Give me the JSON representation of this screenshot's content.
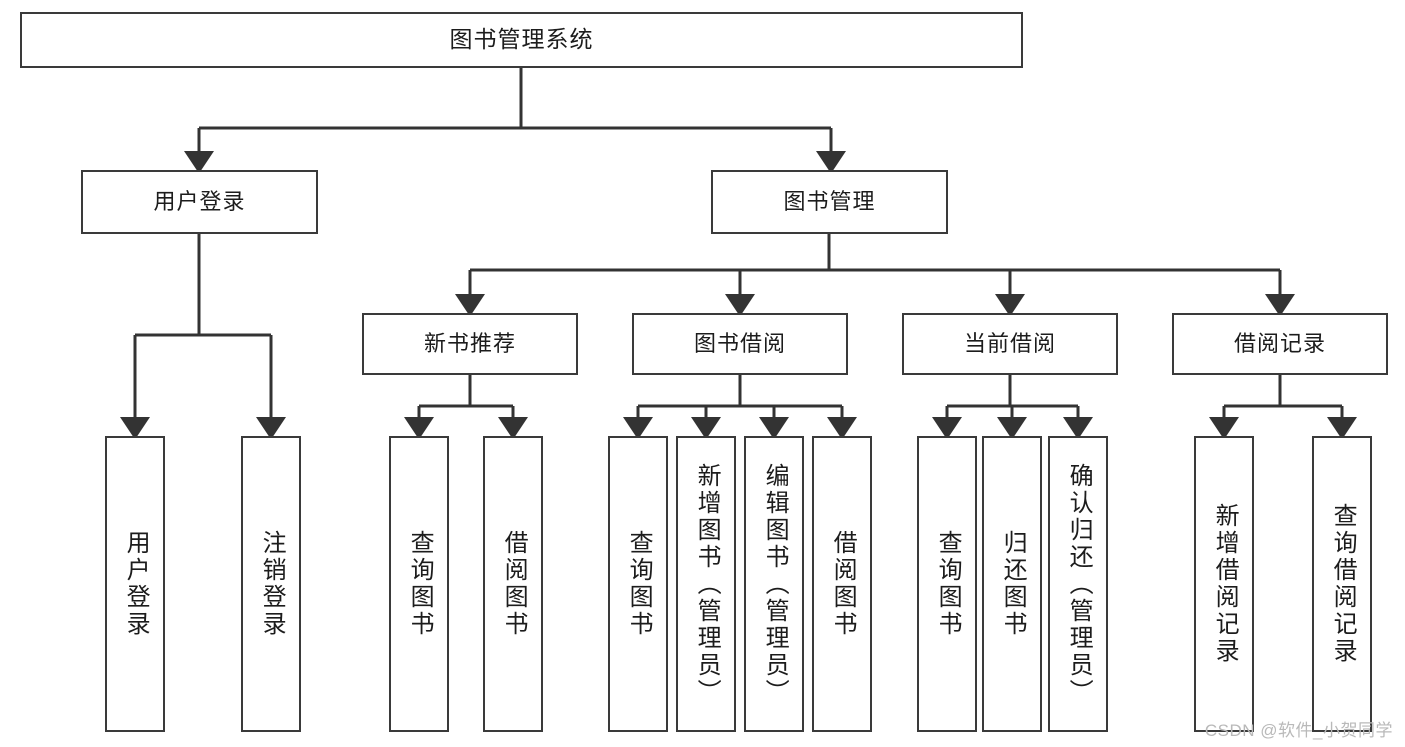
{
  "diagram": {
    "title": "图书管理系统",
    "watermark": "CSDN @软件_小贺同学",
    "colors": {
      "background": "#ffffff",
      "border": "#3a3a3a",
      "text": "#1c1c1c",
      "connector": "#333333",
      "watermark": "#b9b9b9"
    },
    "root": {
      "label": "图书管理系统"
    },
    "level2": [
      {
        "label": "用户登录"
      },
      {
        "label": "图书管理"
      }
    ],
    "level3": [
      {
        "label": "新书推荐"
      },
      {
        "label": "图书借阅"
      },
      {
        "label": "当前借阅"
      },
      {
        "label": "借阅记录"
      }
    ],
    "leaves": {
      "user_login": [
        {
          "label": "用户登录"
        },
        {
          "label": "注销登录"
        }
      ],
      "new_book": [
        {
          "label": "查询图书"
        },
        {
          "label": "借阅图书"
        }
      ],
      "book_borrow": [
        {
          "label": "查询图书"
        },
        {
          "label": "新增图书（管理员）"
        },
        {
          "label": "编辑图书（管理员）"
        },
        {
          "label": "借阅图书"
        }
      ],
      "current_borrow": [
        {
          "label": "查询图书"
        },
        {
          "label": "归还图书"
        },
        {
          "label": "确认归还（管理员）"
        }
      ],
      "borrow_record": [
        {
          "label": "新增借阅记录"
        },
        {
          "label": "查询借阅记录"
        }
      ]
    }
  }
}
